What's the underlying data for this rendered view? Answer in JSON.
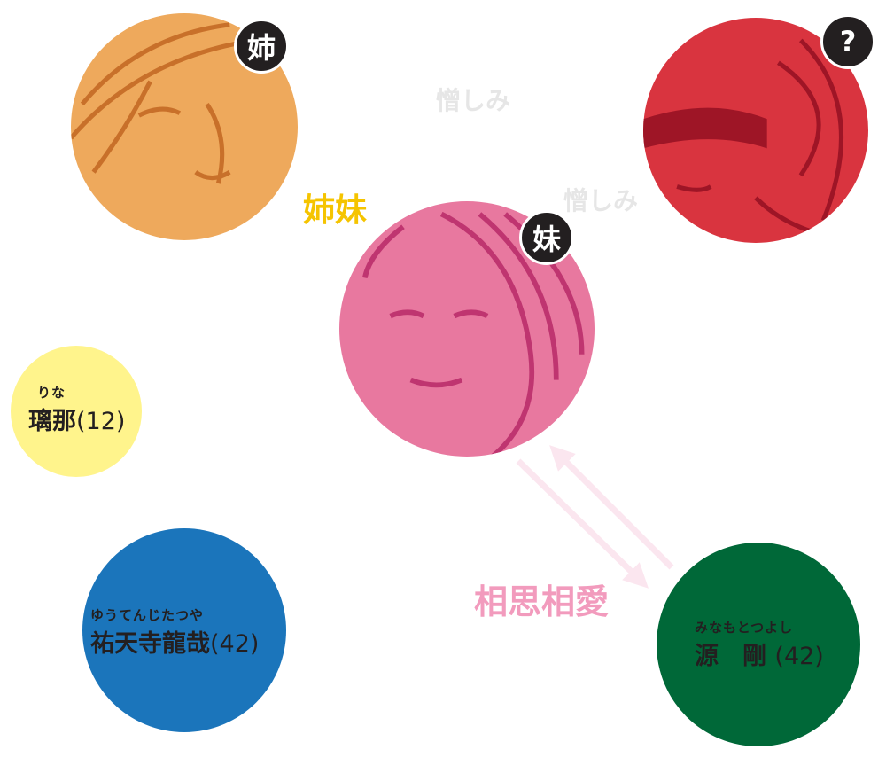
{
  "characters": [
    {
      "id": "elder-sister",
      "badge": "姉",
      "color": "#eea95c",
      "line_color": "#c8702a"
    },
    {
      "id": "unknown",
      "badge": "?",
      "color": "#d9343f",
      "line_color": "#9e1526"
    },
    {
      "id": "younger-sister",
      "badge": "妹",
      "color": "#e8789f",
      "line_color": "#bf3570"
    },
    {
      "id": "rina",
      "color": "#fff48c",
      "ruby": "りな",
      "name": "璃那",
      "age": "(12)"
    },
    {
      "id": "yutenji",
      "color": "#1b75bb",
      "ruby": "ゆうてんじたつや",
      "name": "祐天寺龍哉",
      "age": "(42)"
    },
    {
      "id": "minamoto",
      "color": "#006838",
      "ruby": "みなもとつよし",
      "name": "源　剛",
      "age": "(42)"
    }
  ],
  "relations": {
    "hatred_1": "憎しみ",
    "hatred_2": "憎しみ",
    "sisters": "姉妹",
    "mutual_love": "相思相愛"
  },
  "colors": {
    "hatred": "#e6e6e6",
    "sisters": "#f5c400",
    "love": "#f29bbd",
    "arrow": "#fbe6ef"
  }
}
